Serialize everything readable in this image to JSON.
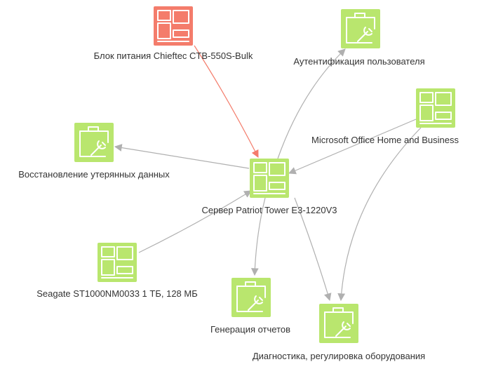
{
  "colors": {
    "node_default": "#b9e66e",
    "node_highlight": "#f47c6b",
    "edge_default": "#b0b0b0",
    "edge_highlight": "#f47c6b",
    "label": "#333333"
  },
  "nodes": {
    "psu": {
      "label": "Блок питания Chieftec CTB-550S-Bulk",
      "icon": "hardware-icon",
      "highlighted": true
    },
    "auth": {
      "label": "Аутентификация пользователя",
      "icon": "service-icon"
    },
    "msoffice": {
      "label": "Microsoft Office Home and Business",
      "icon": "hardware-icon"
    },
    "recovery": {
      "label": "Восстановление утерянных данных",
      "icon": "service-icon"
    },
    "server": {
      "label": "Сервер Patriot Tower E3-1220V3",
      "icon": "hardware-icon"
    },
    "seagate": {
      "label": "Seagate ST1000NM0033 1 ТБ, 128 МБ",
      "icon": "hardware-icon"
    },
    "reports": {
      "label": "Генерация отчетов",
      "icon": "service-icon"
    },
    "diagnostics": {
      "label": "Диагностика, регулировка оборудования",
      "icon": "service-icon"
    }
  },
  "edges": [
    {
      "from": "psu",
      "to": "server",
      "highlighted": true
    },
    {
      "from": "server",
      "to": "auth"
    },
    {
      "from": "msoffice",
      "to": "server"
    },
    {
      "from": "msoffice",
      "to": "diagnostics"
    },
    {
      "from": "server",
      "to": "recovery"
    },
    {
      "from": "seagate",
      "to": "server"
    },
    {
      "from": "server",
      "to": "reports"
    },
    {
      "from": "server",
      "to": "diagnostics"
    }
  ]
}
